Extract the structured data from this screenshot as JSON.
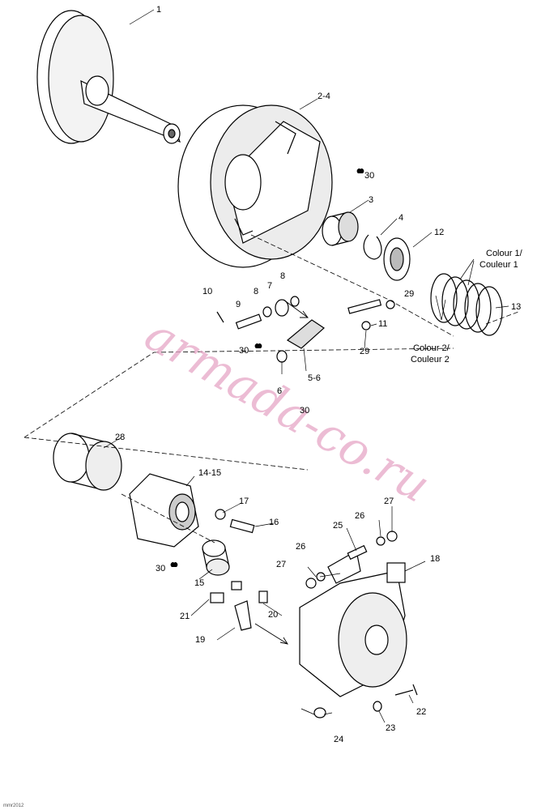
{
  "watermark": "armada-co.ru",
  "reference_code": "mmr2012",
  "callouts": [
    "1",
    "2-4",
    "30",
    "3",
    "4",
    "12",
    "13",
    "8",
    "7",
    "8",
    "10",
    "9",
    "29",
    "11",
    "29",
    "30",
    "6",
    "5-6",
    "30",
    "28",
    "14-15",
    "17",
    "16",
    "27",
    "26",
    "25",
    "26",
    "27",
    "18",
    "30",
    "15",
    "21",
    "20",
    "19",
    "22",
    "24",
    "23"
  ],
  "color_notes": [
    {
      "line1": "Colour 1/",
      "line2": "Couleur 1"
    },
    {
      "line1": "Colour 2/",
      "line2": "Couleur 2"
    }
  ],
  "colors": {
    "ink": "#000000",
    "watermark": "#e6a6c6",
    "paper": "#ffffff"
  },
  "icons": [
    "warning-drop-icon"
  ]
}
